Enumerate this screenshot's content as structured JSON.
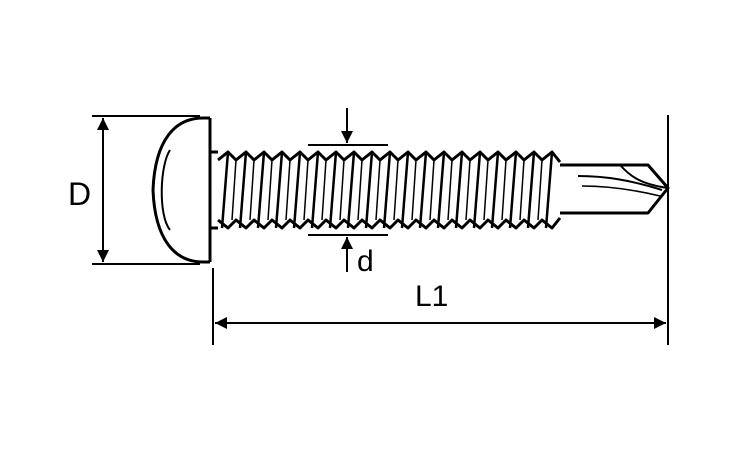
{
  "labels": {
    "head_diameter": "D",
    "thread_diameter": "d",
    "length": "L1"
  },
  "colors": {
    "line": "#000000",
    "background": "#ffffff"
  }
}
